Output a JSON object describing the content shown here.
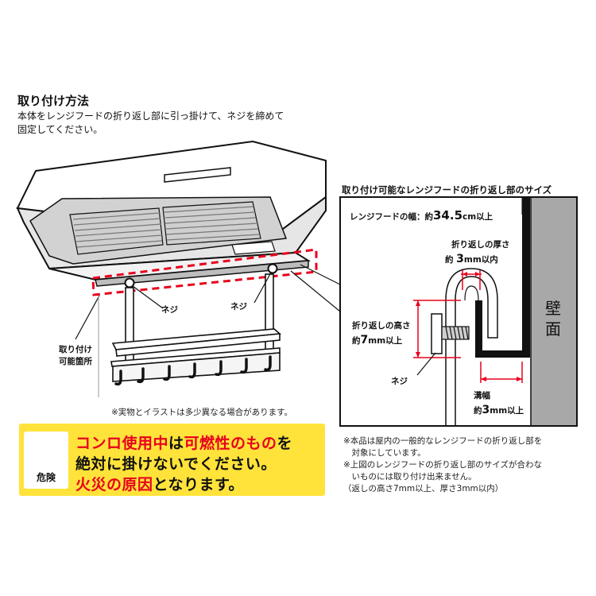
{
  "heading": "取り付け方法",
  "description_line1": "本体をレンジフードの折り返し部に引っ掛けて、ネジを締めて",
  "description_line2": "固定してください。",
  "labels": {
    "screw_left": "ネジ",
    "screw_right": "ネジ",
    "mount_point_line1": "取り付け",
    "mount_point_line2": "可能箇所"
  },
  "illustration_note": "※実物とイラストは多少異なる場合があります。",
  "warning": {
    "icon_label": "危険",
    "line1_red1": "コンロ使用中",
    "line1_black1": "は",
    "line1_red2": "可燃性のもの",
    "line1_black2": "を",
    "line2": "絶対に掛けないでください。",
    "line3_red": "火災の原因",
    "line3_black": "となります。",
    "colors": {
      "background": "#ffe33a",
      "accent": "#e8001c"
    }
  },
  "detail": {
    "title": "取り付け可能なレンジフードの折り返し部のサイズ",
    "hood_width_label": "レンジフードの幅：",
    "hood_width_approx": "約",
    "hood_width_value": "34.5",
    "hood_width_unit": "cm以上",
    "thickness_label": "折り返しの厚さ",
    "thickness_approx": "約",
    "thickness_value": "3",
    "thickness_unit": "mm以内",
    "height_label": "折り返しの高さ",
    "height_approx": "約",
    "height_value": "7",
    "height_unit": "mm以上",
    "screw_label": "ネジ",
    "groove_label": "溝幅",
    "groove_approx": "約",
    "groove_value": "3",
    "groove_unit": "mm以上",
    "wall_char1": "壁",
    "wall_char2": "面"
  },
  "notes": [
    "※本品は屋内の一般的なレンジフードの折り返し部を",
    "　対象にしています。",
    "※上図のレンジフードの折り返し部のサイズが合わな",
    "　いものには取り付け出来ません。",
    "（返しの高さ7mm以上、厚さ3mm以内）"
  ]
}
